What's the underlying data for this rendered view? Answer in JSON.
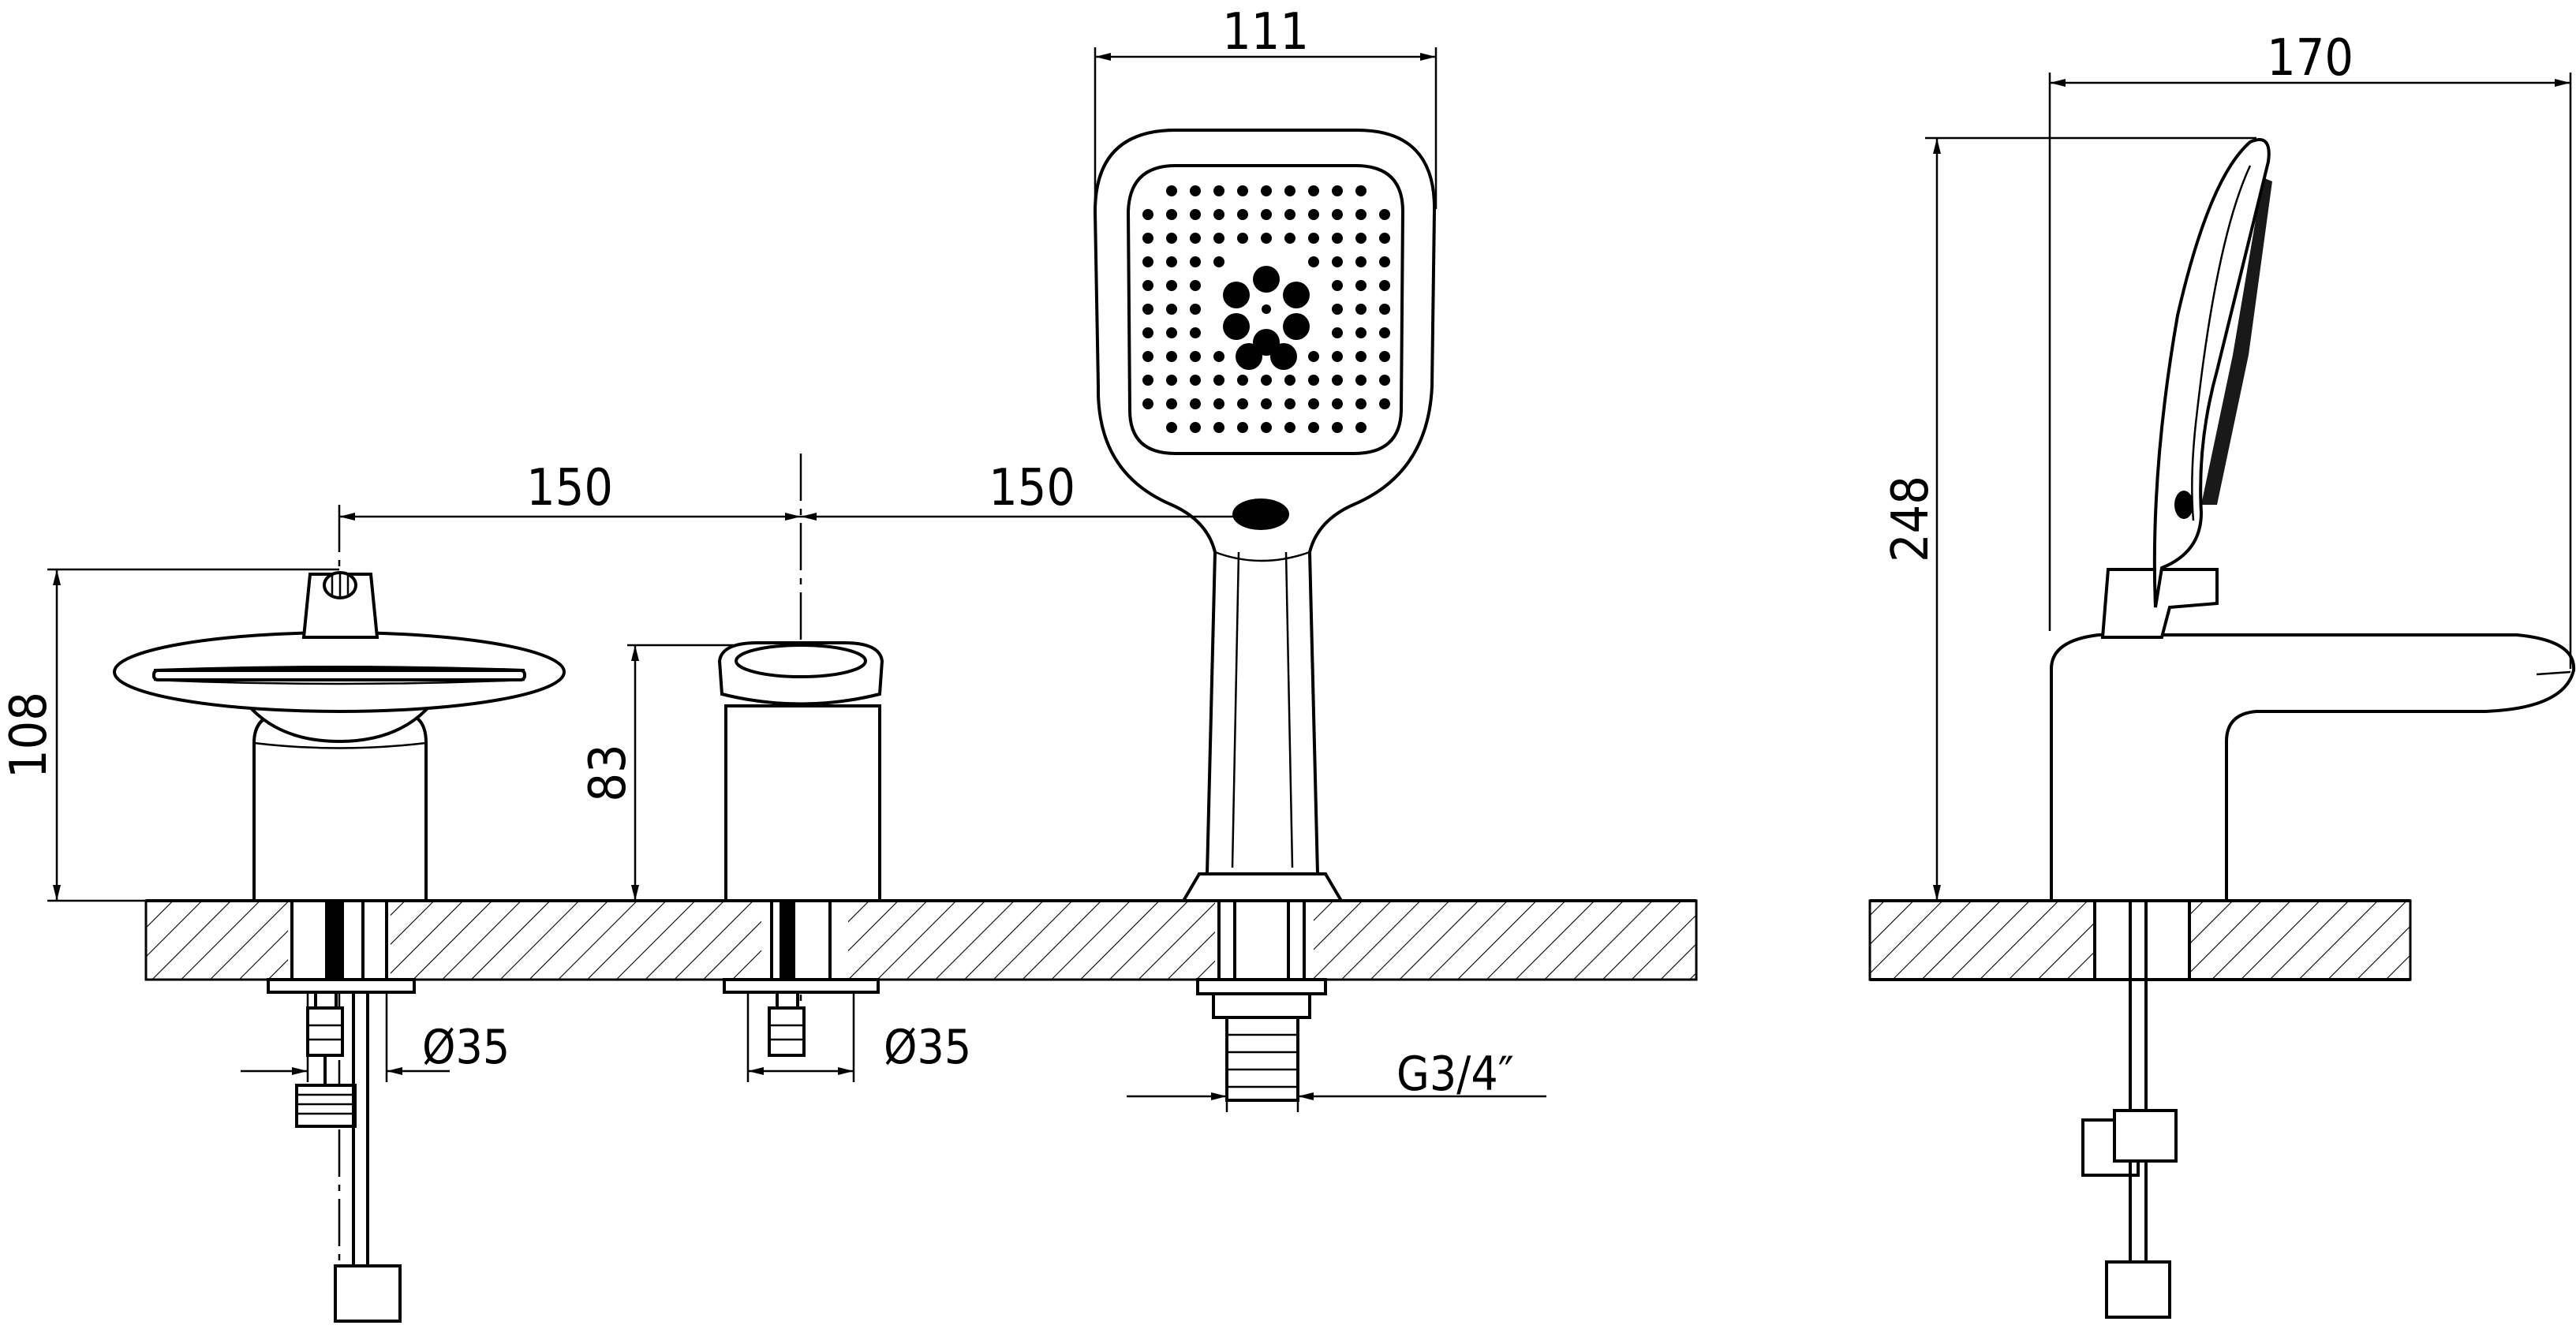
{
  "dimensions": {
    "spacing_left": "150",
    "spacing_right": "150",
    "spout_height": "108",
    "handle_height": "83",
    "handshower_width": "111",
    "side_depth": "170",
    "side_height": "248",
    "bore_left": "Ø35",
    "bore_middle": "Ø35",
    "connection_thread": "G3/4″"
  }
}
